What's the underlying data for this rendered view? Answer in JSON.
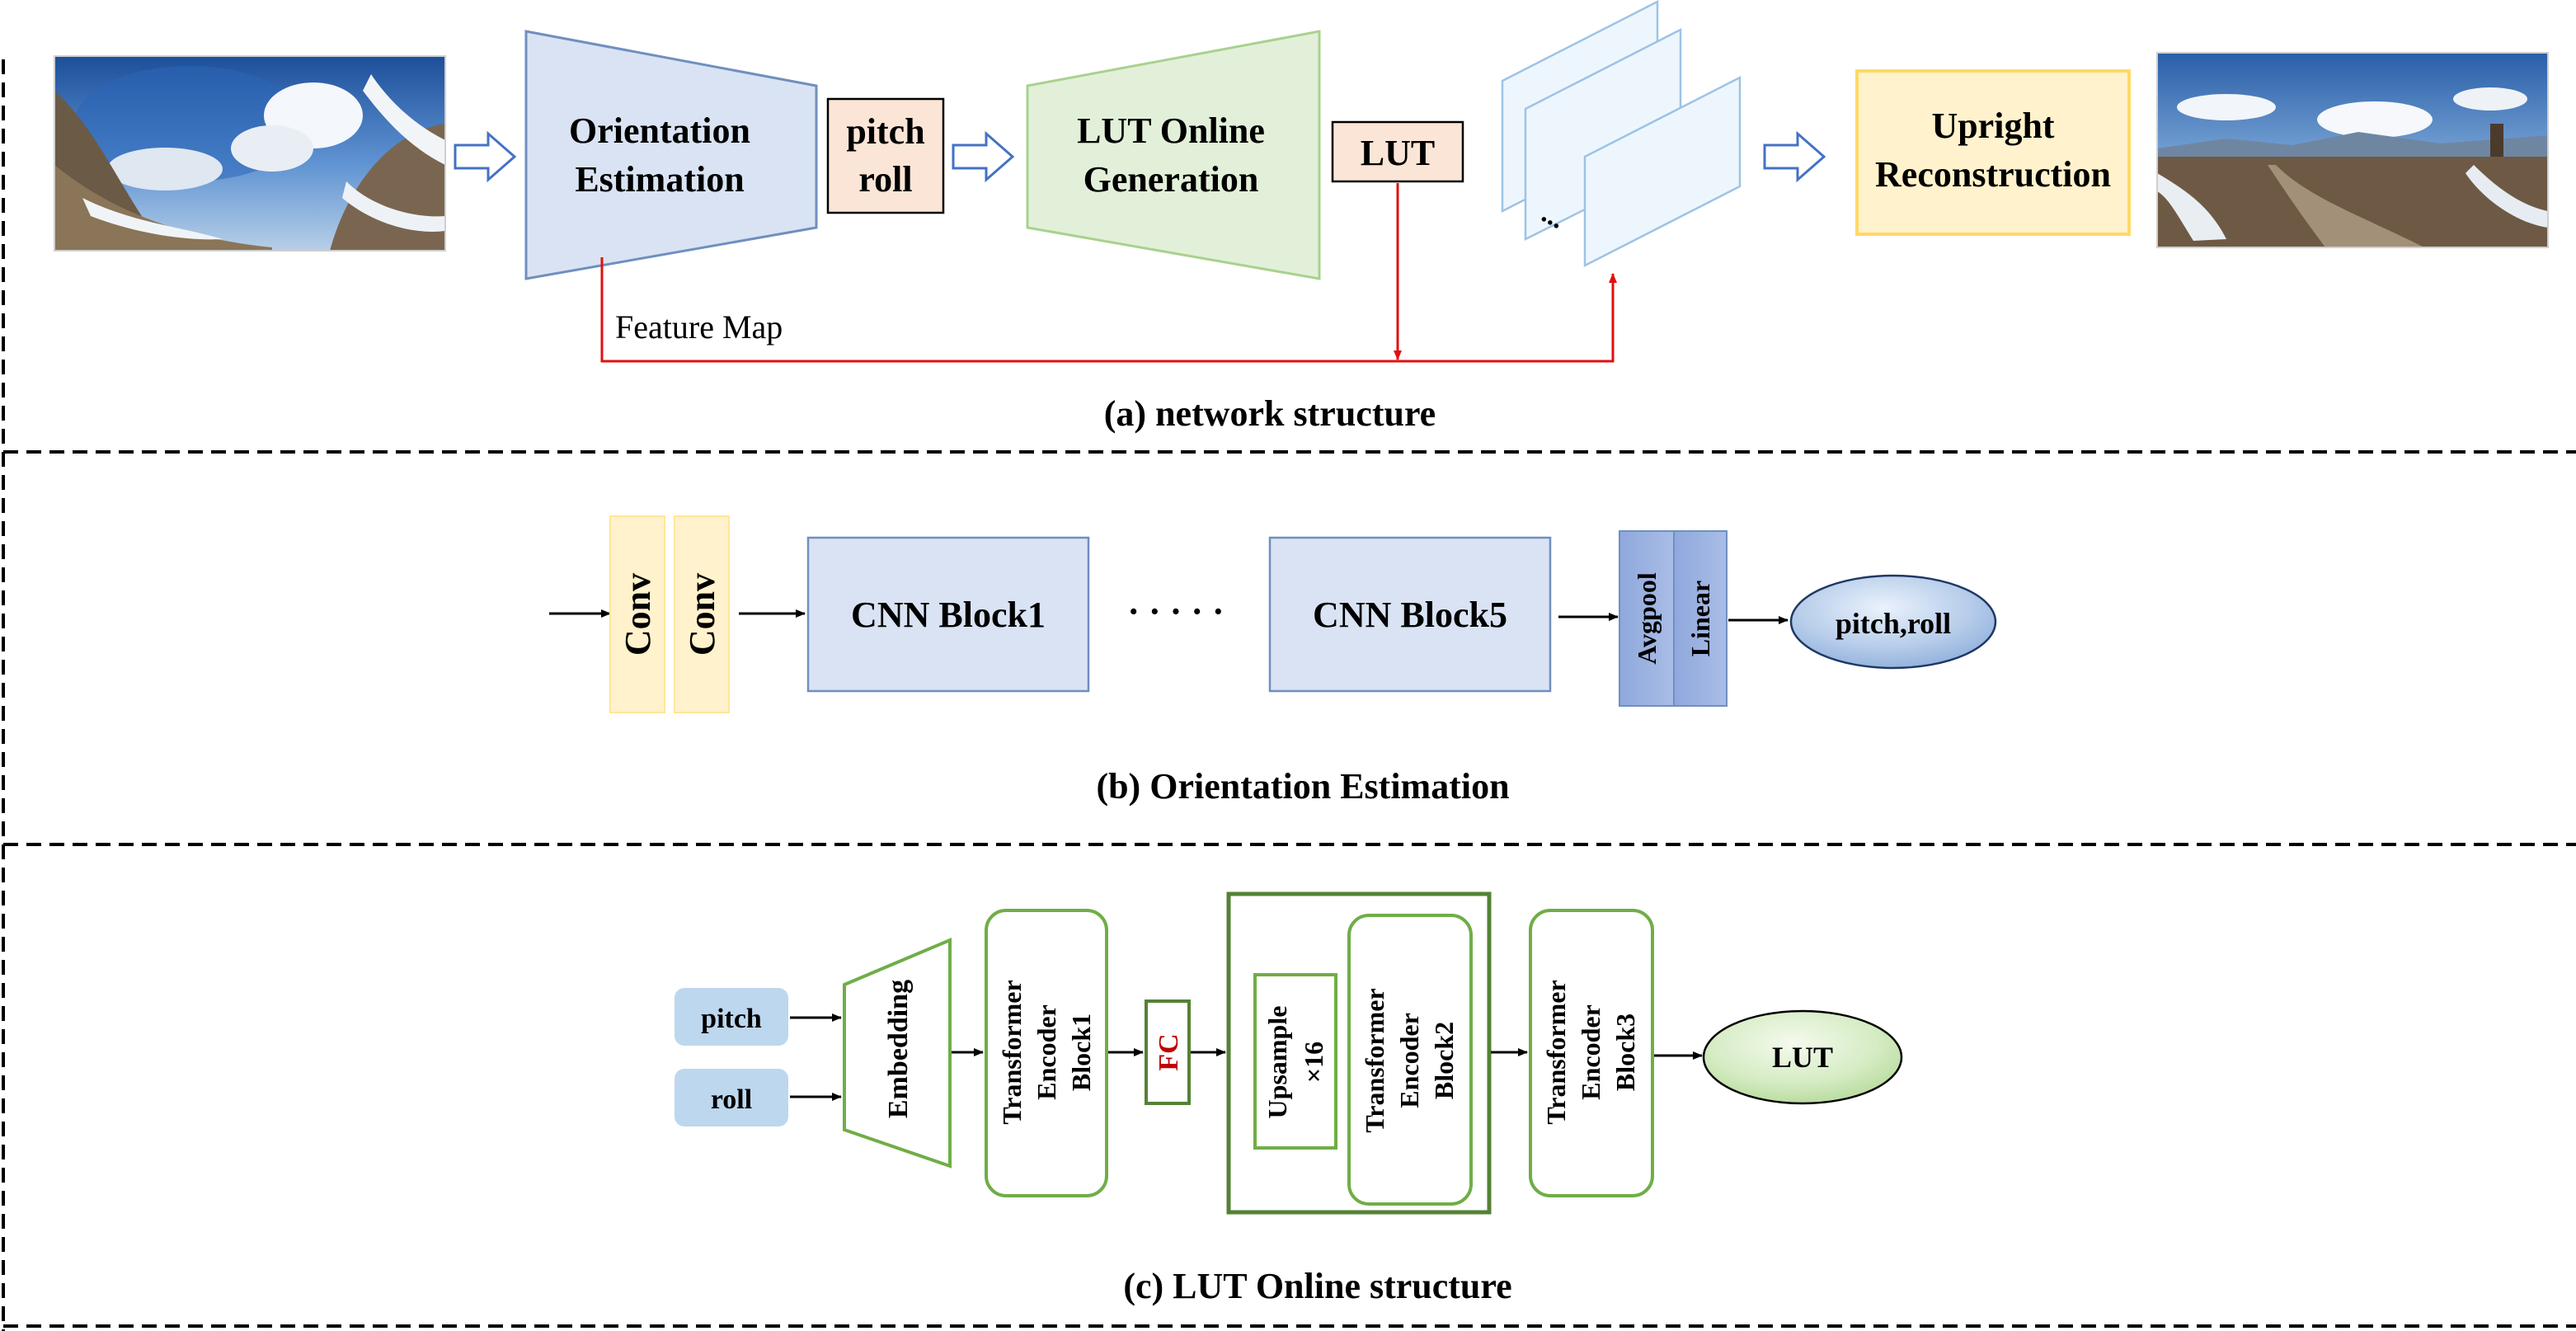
{
  "panel_a": {
    "caption": "(a) network structure",
    "orientation_estimation": [
      "Orientation",
      "Estimation"
    ],
    "pitch_roll": [
      "pitch",
      "roll"
    ],
    "lut_online_generation": [
      "LUT Online",
      "Generation"
    ],
    "lut": "LUT",
    "stack_dots": "...",
    "upright_reconstruction": [
      "Upright",
      "Reconstruction"
    ],
    "feature_map": "Feature Map"
  },
  "panel_b": {
    "caption": "(b) Orientation Estimation",
    "conv1": "Conv",
    "conv2": "Conv",
    "cnn_block1": "CNN Block1",
    "dots": "· · · · ·",
    "cnn_block5": "CNN Block5",
    "avgpool": "Avgpool",
    "linear": "Linear",
    "output": "pitch,roll"
  },
  "panel_c": {
    "caption": "(c) LUT Online structure",
    "pitch": "pitch",
    "roll": "roll",
    "embedding": "Embedding",
    "encoder1": [
      "Transformer",
      "Encoder",
      "Block1"
    ],
    "fc": "FC",
    "upsample": [
      "Upsample",
      "×16"
    ],
    "encoder2": [
      "Transformer",
      "Encoder",
      "Block2"
    ],
    "encoder3": [
      "Transformer",
      "Encoder",
      "Block3"
    ],
    "output": "LUT"
  },
  "colors": {
    "blue_fill": "#dae3f3",
    "blue_stroke": "#6f8fbf",
    "peach_fill": "#fbe5d6",
    "green_fill": "#e2f0d9",
    "green_stroke": "#70ad47",
    "yellow_fill": "#fff2cc",
    "yellow_stroke": "#ffd966",
    "red_line": "#e01010",
    "fc_text": "#c00000"
  }
}
